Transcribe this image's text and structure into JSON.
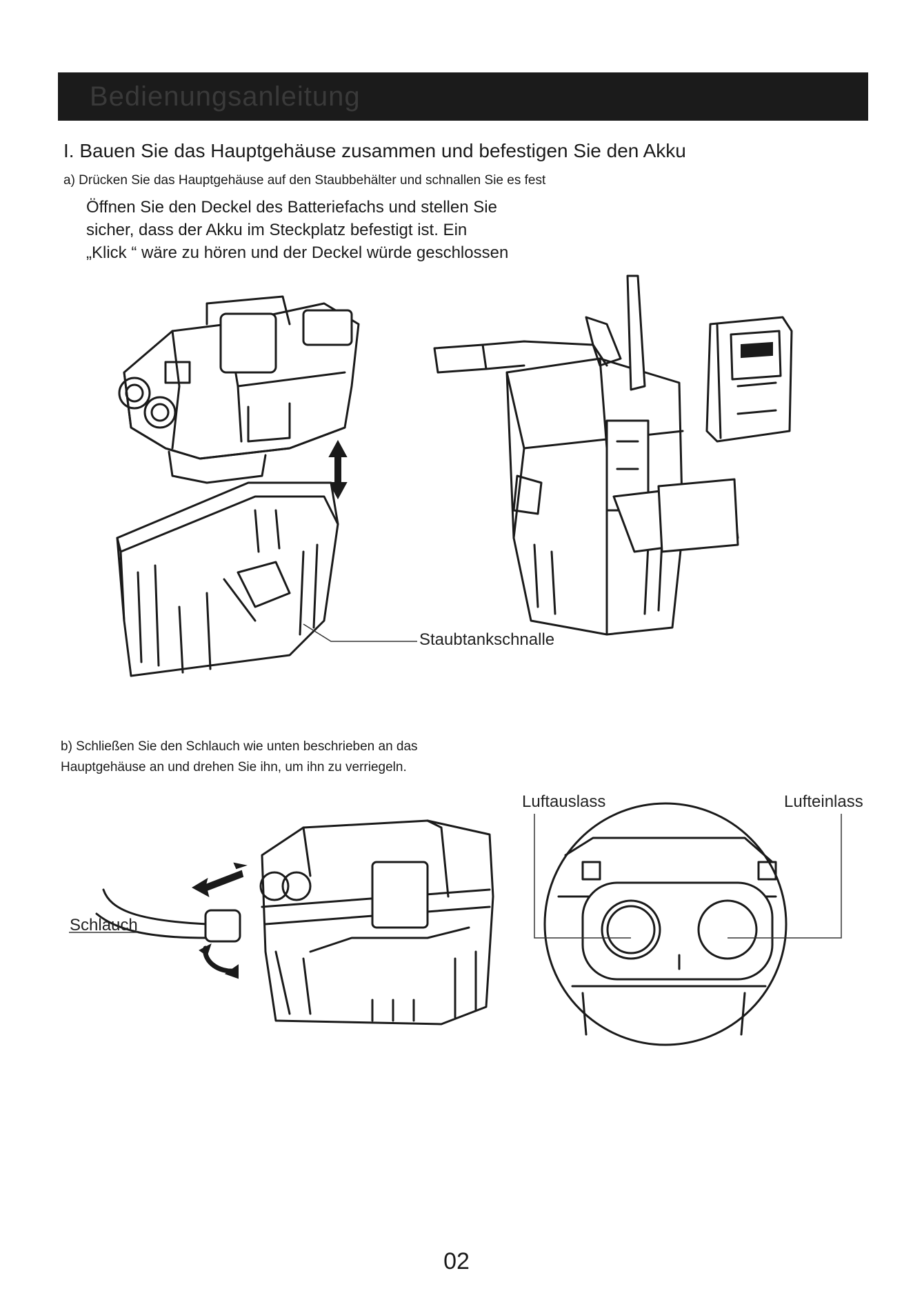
{
  "header": {
    "title": "Bedienungsanleitung"
  },
  "section1": {
    "heading": "I. Bauen Sie das Hauptgehäuse zusammen und befestigen Sie den Akku",
    "step_a": "a) Drücken Sie das Hauptgehäuse auf den Staubbehälter und schnallen Sie es fest",
    "paragraph_lines": [
      "Öffnen Sie den Deckel des Batteriefachs und stellen Sie",
      "sicher, dass der Akku im Steckplatz befestigt ist. Ein",
      "„Klick  “ wäre zu hören und der Deckel würde geschlossen"
    ],
    "label_dust_buckle": "Staubtankschnalle"
  },
  "section2": {
    "step_b_lines": [
      "b) Schließen Sie den Schlauch wie unten beschrieben an das",
      "Hauptgehäuse an und drehen Sie ihn, um ihn zu verriegeln."
    ],
    "label_outlet": "Luftauslass",
    "label_inlet": "Lufteinlass",
    "label_hose": "Schlauch"
  },
  "footer": {
    "page_number": "02"
  },
  "colors": {
    "header_bar": "#1b1b1b",
    "line_art": "#1a1a1a"
  }
}
